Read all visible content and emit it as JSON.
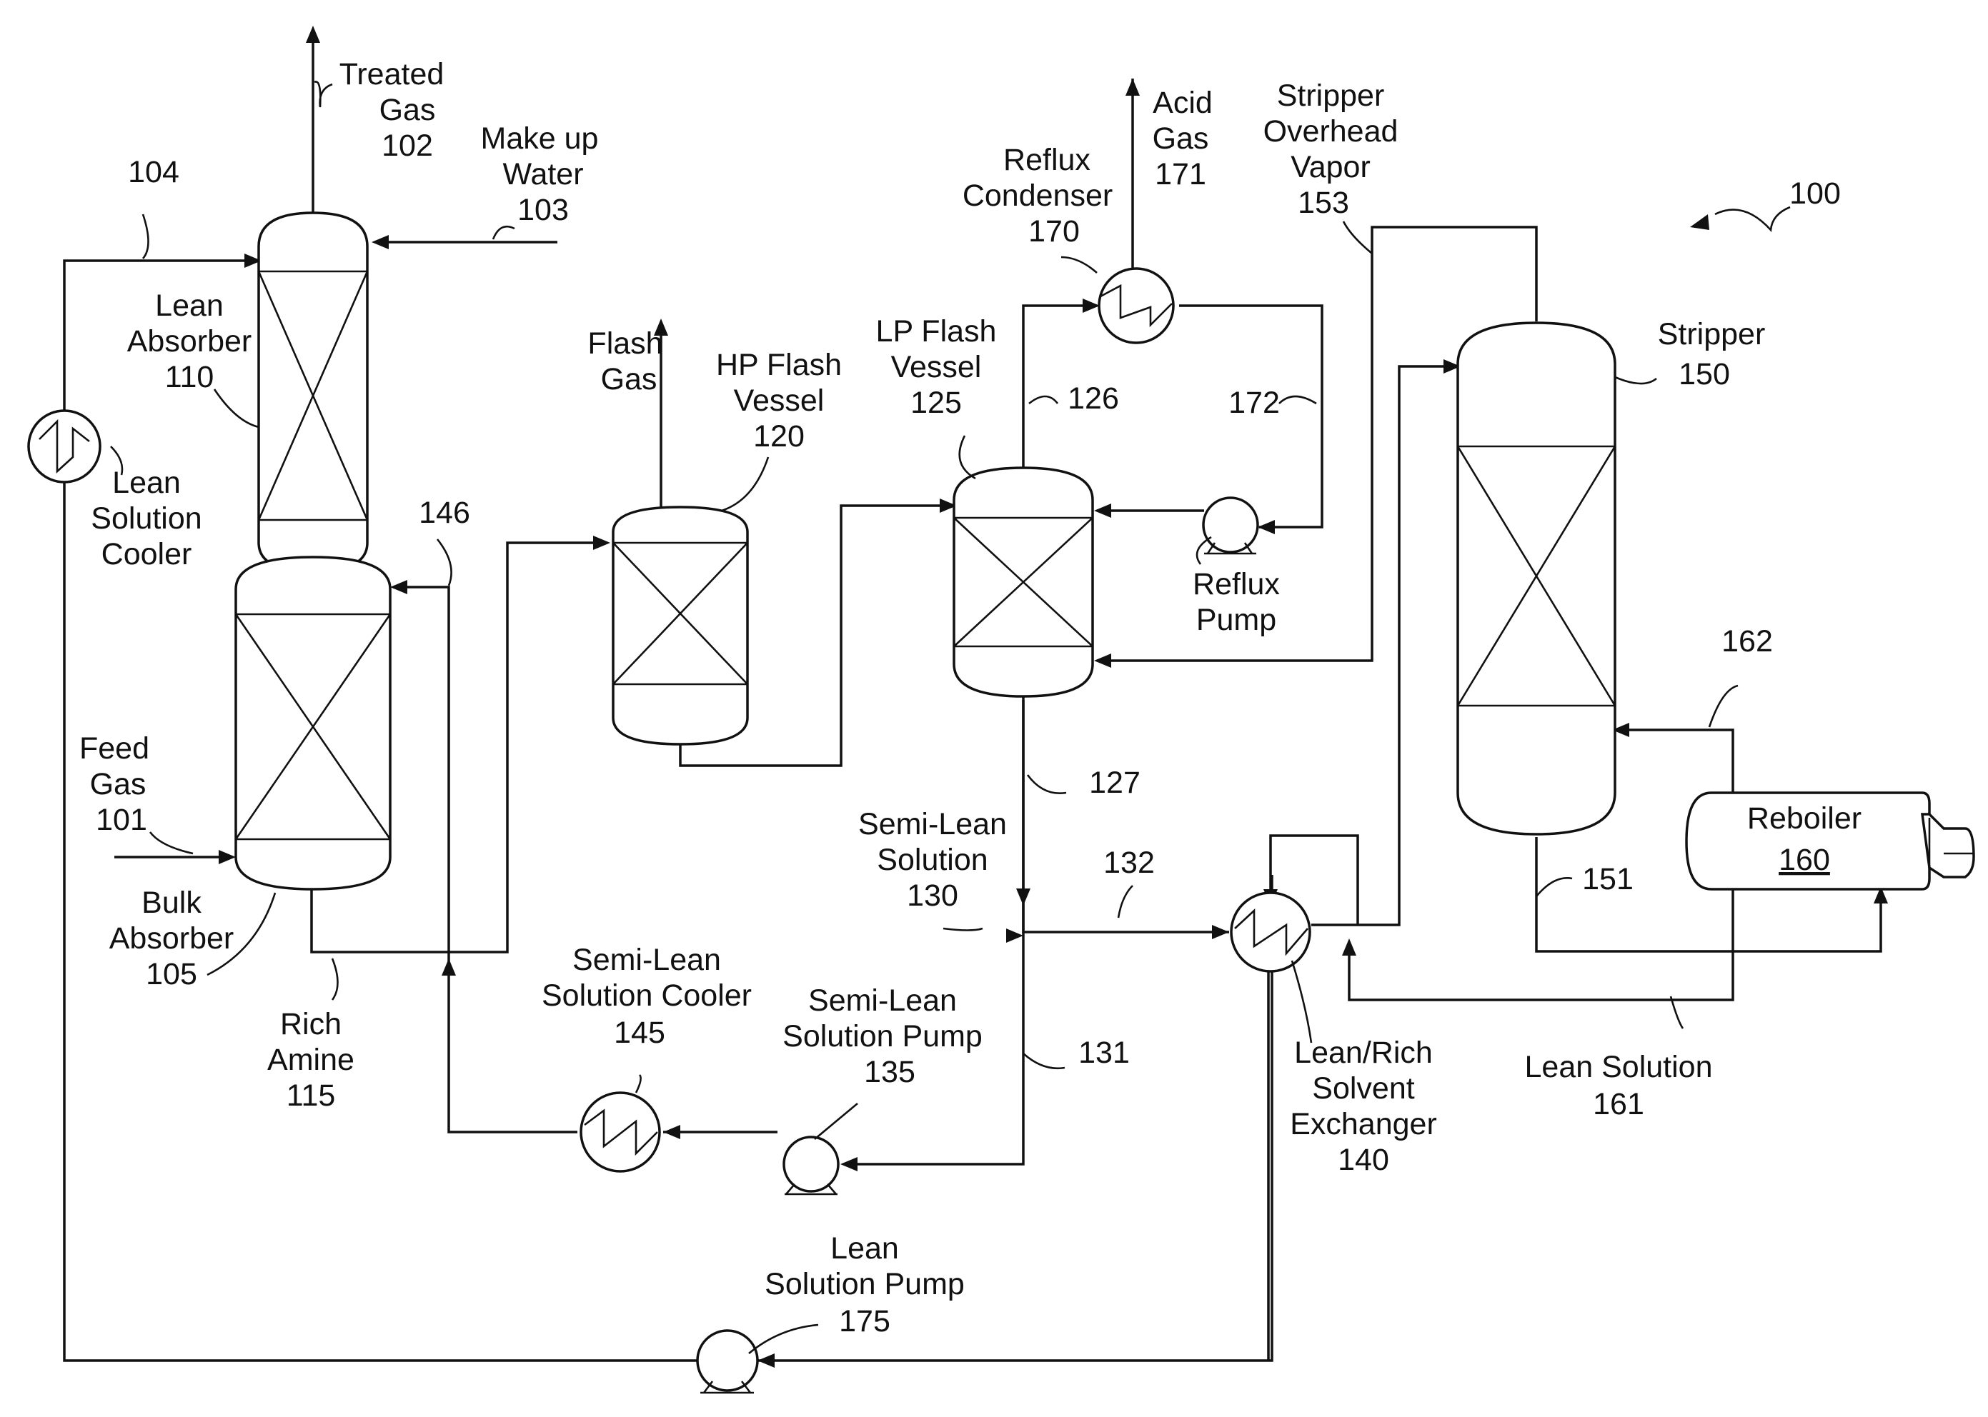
{
  "figure_ref": "100",
  "labels": {
    "treated_gas": [
      "Treated",
      "Gas",
      "102"
    ],
    "makeup_water": [
      "Make up",
      "Water",
      "103"
    ],
    "stream_104": "104",
    "lean_absorber": [
      "Lean",
      "Absorber",
      "110"
    ],
    "lean_solution_cooler": [
      "Lean",
      "Solution",
      "Cooler"
    ],
    "stream_146": "146",
    "feed_gas": [
      "Feed",
      "Gas",
      "101"
    ],
    "bulk_absorber": [
      "Bulk",
      "Absorber",
      "105"
    ],
    "rich_amine": [
      "Rich",
      "Amine",
      "115"
    ],
    "flash_gas": [
      "Flash",
      "Gas"
    ],
    "hp_flash_vessel": [
      "HP Flash",
      "Vessel",
      "120"
    ],
    "lp_flash_vessel": [
      "LP Flash",
      "Vessel",
      "125"
    ],
    "stream_126": "126",
    "reflux_condenser": [
      "Reflux",
      "Condenser",
      "170"
    ],
    "acid_gas": [
      "Acid",
      "Gas",
      "171"
    ],
    "stream_172": "172",
    "reflux_pump": [
      "Reflux",
      "Pump"
    ],
    "stripper_overhead_vapor": [
      "Stripper",
      "Overhead",
      "Vapor",
      "153"
    ],
    "stripper": [
      "Stripper",
      "150"
    ],
    "stream_162": "162",
    "reboiler": [
      "Reboiler",
      "160"
    ],
    "stream_151": "151",
    "stream_127": "127",
    "semi_lean_solution": [
      "Semi-Lean",
      "Solution",
      "130"
    ],
    "stream_132": "132",
    "lean_rich_exchanger": [
      "Lean/Rich",
      "Solvent",
      "Exchanger",
      "140"
    ],
    "lean_solution": [
      "Lean Solution",
      "161"
    ],
    "semi_lean_cooler": [
      "Semi-Lean",
      "Solution Cooler",
      "145"
    ],
    "semi_lean_pump": [
      "Semi-Lean",
      "Solution Pump",
      "135"
    ],
    "stream_131": "131",
    "lean_solution_pump": [
      "Lean",
      "Solution Pump",
      "175"
    ]
  }
}
